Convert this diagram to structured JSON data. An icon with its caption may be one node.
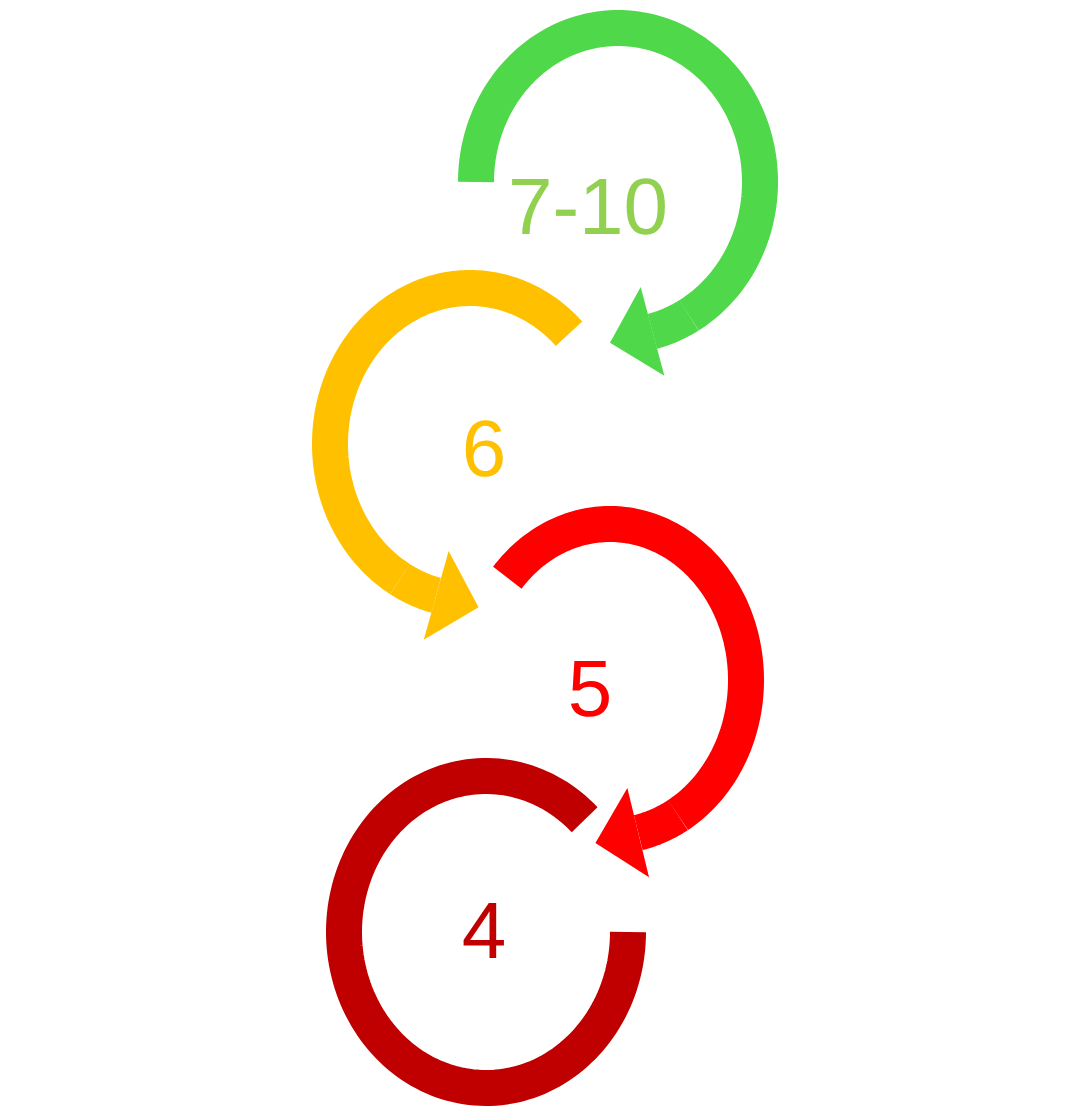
{
  "diagram": {
    "nodes": [
      {
        "text": [
          "7-10"
        ]
      },
      {
        "text": [
          "6"
        ]
      },
      {
        "text": [
          "5"
        ]
      },
      {
        "text": [
          "4"
        ]
      }
    ],
    "edges": [
      {
        "from": 0,
        "to": 1,
        "arrow": "to",
        "color": "#50d84b"
      },
      {
        "from": 1,
        "to": 2,
        "arrow": "to",
        "color": "#ffc000"
      },
      {
        "from": 2,
        "to": 3,
        "arrow": "to",
        "color": "#ff0000"
      }
    ]
  }
}
